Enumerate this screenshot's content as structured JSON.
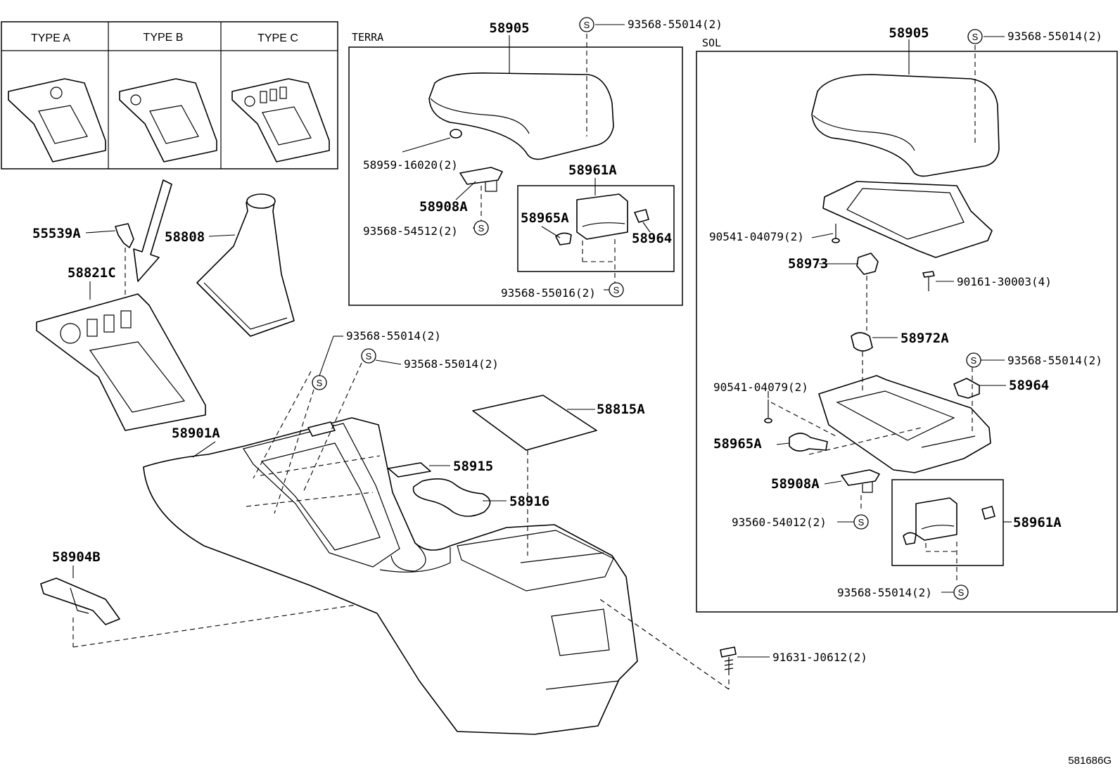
{
  "type_table": {
    "headers": [
      "TYPE A",
      "TYPE B",
      "TYPE C"
    ]
  },
  "sections": {
    "terra": "TERRA",
    "sol": "SOL"
  },
  "labels": {
    "p58905_terra": "58905",
    "p93568_55014_terra": "93568-55014(2)",
    "p58959": "58959-16020(2)",
    "p58961A_terra": "58961A",
    "p58908A_terra": "58908A",
    "p58965A_terra": "58965A",
    "p58964_terra": "58964",
    "p93568_54512": "93568-54512(2)",
    "p93568_55016": "93568-55016(2)",
    "p55539A": "55539A",
    "p58808": "58808",
    "p58821C": "58821C",
    "p58901A": "58901A",
    "p93568_55014_a": "93568-55014(2)",
    "p93568_55014_b": "93568-55014(2)",
    "p58815A": "58815A",
    "p58915": "58915",
    "p58916": "58916",
    "p58904B": "58904B",
    "p91631": "91631-J0612(2)",
    "p58905_sol": "58905",
    "p93568_55014_sol1": "93568-55014(2)",
    "p90541_1": "90541-04079(2)",
    "p58973": "58973",
    "p90161": "90161-30003(4)",
    "p58972A": "58972A",
    "p93568_55014_sol2": "93568-55014(2)",
    "p90541_2": "90541-04079(2)",
    "p58964_sol": "58964",
    "p58965A_sol": "58965A",
    "p58908A_sol": "58908A",
    "p93560": "93560-54012(2)",
    "p58961A_sol": "58961A",
    "p93568_55014_sol3": "93568-55014(2)"
  },
  "symbols": {
    "s": "S"
  },
  "figure_id": "581686G"
}
